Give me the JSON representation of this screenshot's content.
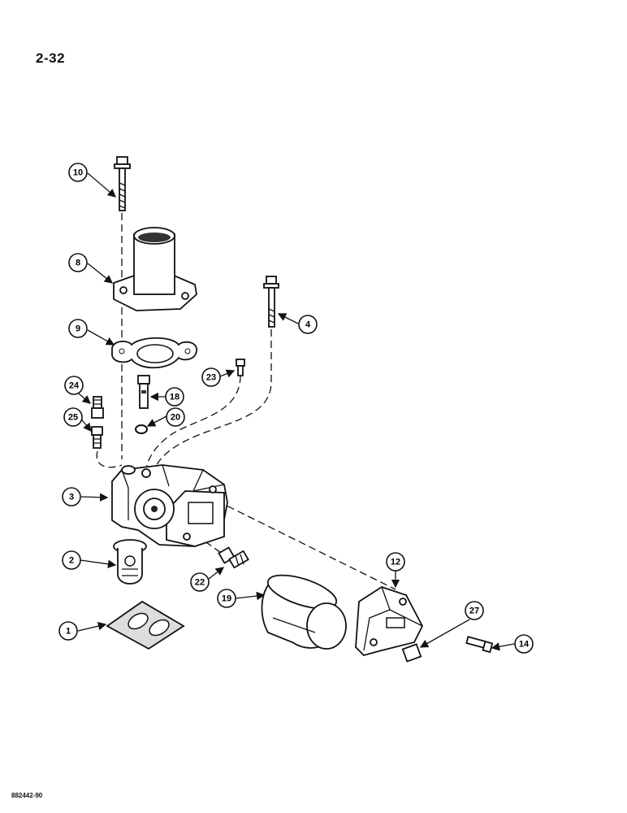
{
  "page_number": "2-32",
  "figure_id": "882442-90",
  "callouts": [
    "10",
    "8",
    "4",
    "9",
    "23",
    "18",
    "24",
    "20",
    "25",
    "3",
    "2",
    "22",
    "12",
    "19",
    "27",
    "1",
    "14"
  ]
}
